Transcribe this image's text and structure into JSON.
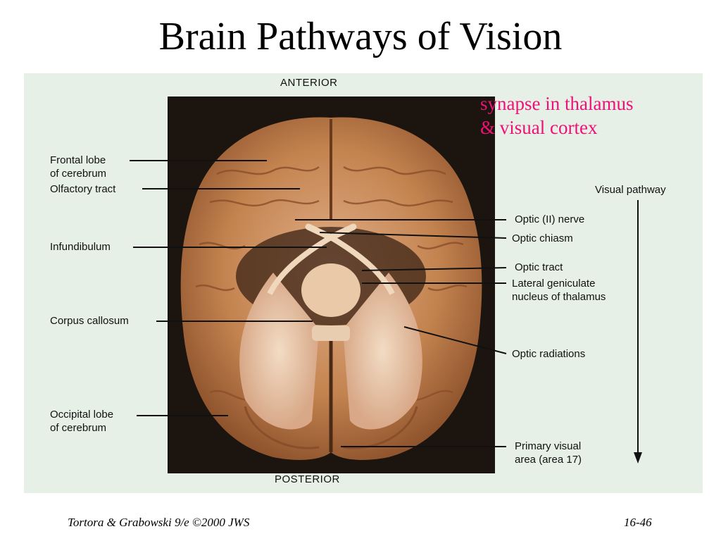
{
  "slide": {
    "title": "Brain Pathways of Vision",
    "note_line1": "synapse in thalamus",
    "note_line2": "& visual cortex",
    "footer_left": "Tortora & Grabowski 9/e ©2000 JWS",
    "footer_right": "16-46"
  },
  "figure": {
    "anterior": "ANTERIOR",
    "posterior": "POSTERIOR",
    "pathway_label": "Visual pathway",
    "labels_left": [
      {
        "line1": "Frontal lobe",
        "line2": "of cerebrum"
      },
      {
        "line1": "Olfactory tract",
        "line2": ""
      },
      {
        "line1": "Infundibulum",
        "line2": ""
      },
      {
        "line1": "Corpus callosum",
        "line2": ""
      },
      {
        "line1": "Occipital lobe",
        "line2": "of cerebrum"
      }
    ],
    "labels_right": [
      {
        "line1": "Optic (II) nerve",
        "line2": ""
      },
      {
        "line1": "Optic chiasm",
        "line2": ""
      },
      {
        "line1": "Optic tract",
        "line2": ""
      },
      {
        "line1": "Lateral geniculate",
        "line2": "nucleus of thalamus"
      },
      {
        "line1": "Optic radiations",
        "line2": ""
      },
      {
        "line1": "Primary visual",
        "line2": "area (area 17)"
      }
    ]
  },
  "colors": {
    "note": "#ee1177",
    "figure_bg": "#e6f0e6",
    "photo_bg": "#1c140e",
    "brain": "#c98a5c"
  }
}
